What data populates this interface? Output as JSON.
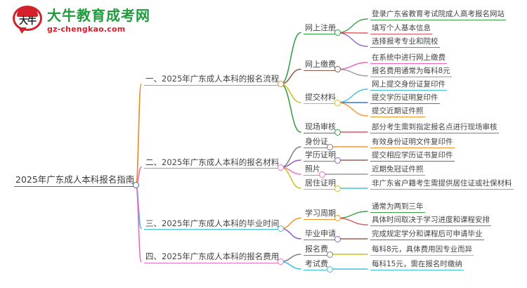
{
  "logo": {
    "mark_text": "大牛",
    "brand_cn": "大牛教育成考网",
    "brand_url": "gz-chengkao.com",
    "brand_color": "#1f9a3d",
    "accent_color": "#d3202a"
  },
  "mindmap": {
    "root": {
      "label": "2025年广东成人本科报名指南",
      "color": "#2f6fb5"
    },
    "branches": [
      {
        "label": "一、2025年广东成人本科的报名流程",
        "color": "#e8902b",
        "children": [
          {
            "label": "网上注册",
            "color": "#2d9a3e",
            "children": [
              {
                "label": "登录广东省教育考试院成人高考报名网站",
                "color": "#3aa344"
              },
              {
                "label": "填写个人基本信息",
                "color": "#e0555c"
              },
              {
                "label": "选择报考专业和院校",
                "color": "#9561c4"
              }
            ]
          },
          {
            "label": "网上缴费",
            "color": "#8a5a4a",
            "children": [
              {
                "label": "在系统中进行网上缴费",
                "color": "#ef5fc0"
              },
              {
                "label": "报名费用通常为每科8元",
                "color": "#9a9a9a"
              }
            ]
          },
          {
            "label": "提交材料",
            "color": "#cfc022",
            "children": [
              {
                "label": "网上提交身份证复印件",
                "color": "#3ec0e0"
              },
              {
                "label": "提交学历证明复印件",
                "color": "#3f6fd0"
              },
              {
                "label": "提交近期证件照",
                "color": "#f0962c"
              }
            ]
          },
          {
            "label": "现场审核",
            "color": "#2d9a3e",
            "children": [
              {
                "label": "部分考生需到指定报名点进行现场审核",
                "color": "#e8505c"
              }
            ]
          }
        ]
      },
      {
        "label": "二、2025年广东成人本科的报名材料",
        "color": "#e86fc4",
        "children": [
          {
            "label": "身份证",
            "color": "#7d7d7d",
            "children": [
              {
                "label": "有效身份证明文件复印件",
                "color": "#f0962c"
              }
            ]
          },
          {
            "label": "学历证明",
            "color": "#8e5fc6",
            "children": [
              {
                "label": "提交相应学历证书复印件",
                "color": "#9a6050"
              }
            ]
          },
          {
            "label": "照片",
            "color": "#ef6fc0",
            "children": [
              {
                "label": "近期免冠证件照",
                "color": "#9a9a9a"
              }
            ]
          },
          {
            "label": "居住证明",
            "color": "#cfc022",
            "children": [
              {
                "label": "非广东省户籍考生需提供居住证或社保材料",
                "color": "#3ec0e0"
              }
            ]
          }
        ]
      },
      {
        "label": "三、2025年广东成人本科的毕业时间",
        "color": "#3ec0e0",
        "children": [
          {
            "label": "学习周期",
            "color": "#f0962c",
            "children": [
              {
                "label": "通常为两到三年",
                "color": "#3aa344"
              },
              {
                "label": "具体时间取决于学习进度和课程安排",
                "color": "#e0555c"
              }
            ]
          },
          {
            "label": "毕业申请",
            "color": "#8e5fc6",
            "children": [
              {
                "label": "完成规定学分和课程后可申请毕业",
                "color": "#9a6050"
              }
            ]
          }
        ]
      },
      {
        "label": "四、2025年广东成人本科的报名费用",
        "color": "#ef6fc0",
        "children": [
          {
            "label": "报名费",
            "color": "#7d7d7d",
            "children": [
              {
                "label": "每科8元，具体费用因专业而异",
                "color": "#cfc022"
              }
            ]
          },
          {
            "label": "考试费",
            "color": "#3ec0e0",
            "children": [
              {
                "label": "每科15元，需在报名时缴纳",
                "color": "#3ec0e0"
              }
            ]
          }
        ]
      }
    ]
  }
}
